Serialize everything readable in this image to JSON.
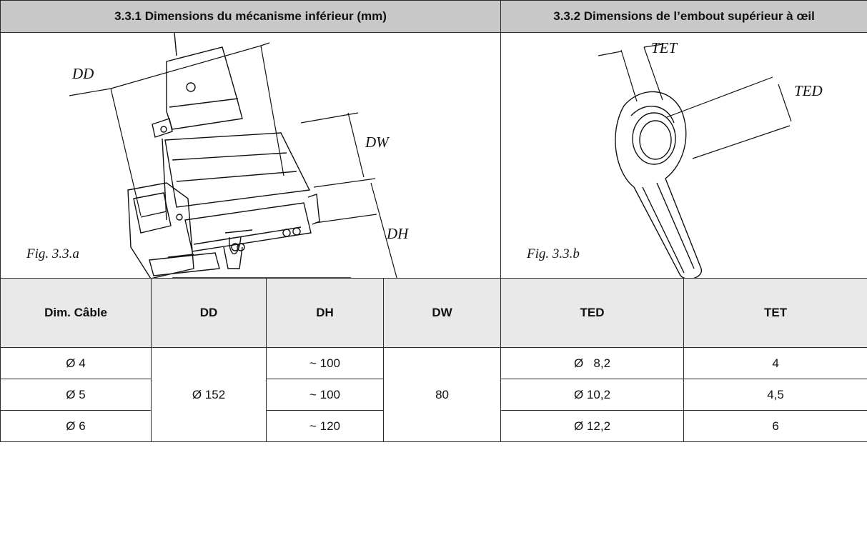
{
  "section_left": {
    "title": "3.3.1 Dimensions du mécanisme inférieur (mm)",
    "figure_caption": "Fig. 3.3.a",
    "dim_labels": {
      "dd": "DD",
      "dw": "DW",
      "dh": "DH"
    }
  },
  "section_right": {
    "title": "3.3.2 Dimensions de l’embout supérieur à œil",
    "figure_caption": "Fig. 3.3.b",
    "dim_labels": {
      "tet": "TET",
      "ted": "TED"
    }
  },
  "table": {
    "headers": [
      "Dim. Câble",
      "DD",
      "DH",
      "DW",
      "TED",
      "TET"
    ],
    "rows": [
      {
        "cable": "Ø 4",
        "dh": "~ 100",
        "ted": "Ø   8,2",
        "tet": "4"
      },
      {
        "cable": "Ø 5",
        "dh": "~ 100",
        "ted": "Ø 10,2",
        "tet": "4,5"
      },
      {
        "cable": "Ø 6",
        "dh": "~ 120",
        "ted": "Ø 12,2",
        "tet": "6"
      }
    ],
    "dd_value": "Ø 152",
    "dw_value": "80"
  }
}
